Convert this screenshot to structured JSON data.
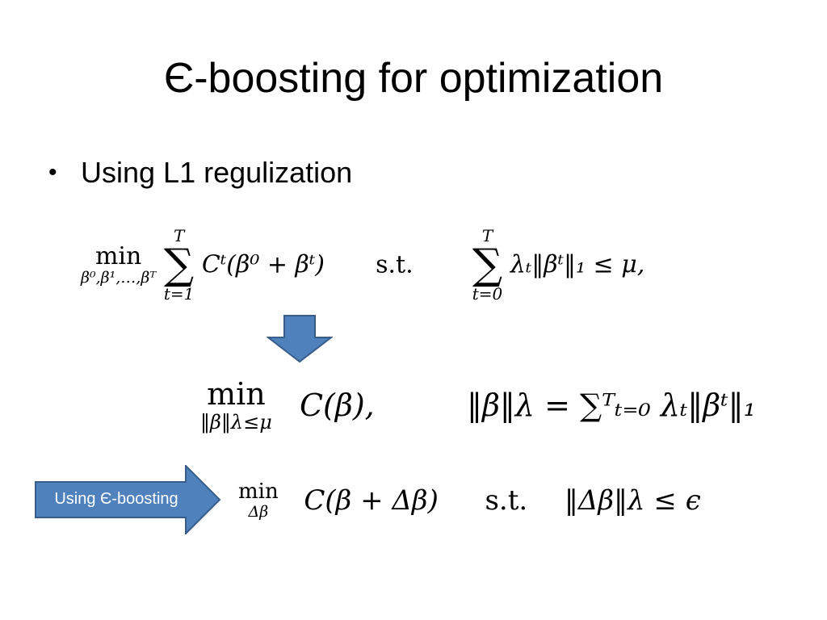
{
  "slide": {
    "title": "Є-boosting for optimization",
    "bullet_text": "Using L1 regulization",
    "arrow_label": "Using Є-boosting"
  },
  "equations": {
    "eq1": {
      "min_word": "min",
      "min_sub": "β⁰,β¹,…,βᵀ",
      "sum1_top": "T",
      "sum1_bot": "t=1",
      "objective": "Cᵗ(β⁰ + βᵗ)",
      "st": "s.t.",
      "sum2_top": "T",
      "sum2_bot": "t=0",
      "constraint": "λₜ‖βᵗ‖₁ ≤ μ,"
    },
    "eq2": {
      "min_word": "min",
      "min_sub": "‖β‖λ≤μ",
      "objective": "C(β),",
      "norm_def": "‖β‖λ = ∑ᵀₜ₌₀ λₜ‖βᵗ‖₁"
    },
    "eq3": {
      "min_word": "min",
      "min_sub": "Δβ",
      "objective": "C(β + Δβ)",
      "st": "s.t.",
      "constraint": "‖Δβ‖λ ≤ ϵ"
    }
  },
  "colors": {
    "arrow_fill": "#4f81bd",
    "arrow_stroke": "#385d8a"
  },
  "icons": {
    "down_arrow": "down-arrow-icon",
    "right_arrow": "right-arrow-icon"
  }
}
